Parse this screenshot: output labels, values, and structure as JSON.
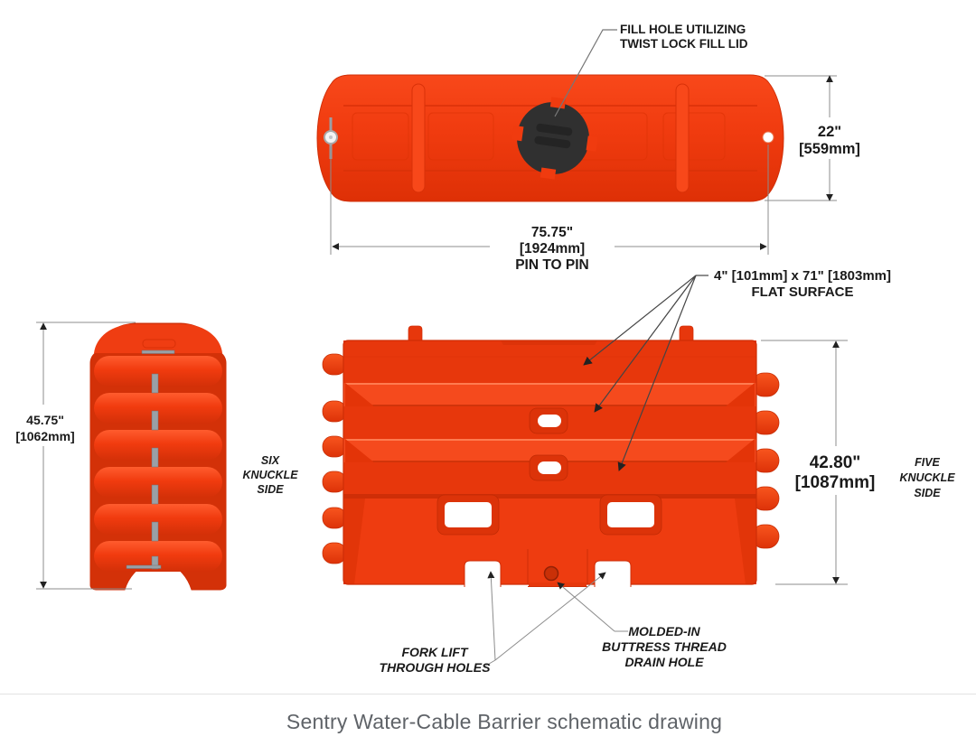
{
  "colors": {
    "barrier_orange": "#ee3a0e",
    "barrier_highlight": "#ff5c2e",
    "barrier_shadow": "#c52c05",
    "lid_black": "#2f2f2f",
    "dim_line_grey": "#8c8c8c",
    "text_black": "#1a1a1a",
    "caption_grey": "#5f6368"
  },
  "annotations": {
    "fill_hole_line1": "FILL HOLE UTILIZING",
    "fill_hole_line2": "TWIST LOCK FILL LID",
    "flat_surface_line1": "4\" [101mm] x 71\" [1803mm]",
    "flat_surface_line2": "FLAT SURFACE",
    "six_knuckle_line1": "SIX",
    "six_knuckle_line2": "KNUCKLE",
    "six_knuckle_line3": "SIDE",
    "five_knuckle_line1": "FIVE",
    "five_knuckle_line2": "KNUCKLE",
    "five_knuckle_line3": "SIDE",
    "fork_lift_line1": "FORK LIFT",
    "fork_lift_line2": "THROUGH HOLES",
    "drain_line1": "MOLDED-IN",
    "drain_line2": "BUTTRESS THREAD",
    "drain_line3": "DRAIN HOLE"
  },
  "dimensions": {
    "top_height_in": "22\"",
    "top_height_mm": "[559mm]",
    "pin_to_pin_in": "75.75\"",
    "pin_to_pin_mm": "[1924mm]",
    "pin_to_pin_note": "PIN TO PIN",
    "side_height_in": "45.75\"",
    "side_height_mm": "[1062mm]",
    "front_height_in": "42.80\"",
    "front_height_mm": "[1087mm]"
  },
  "caption": "Sentry Water-Cable Barrier schematic drawing"
}
